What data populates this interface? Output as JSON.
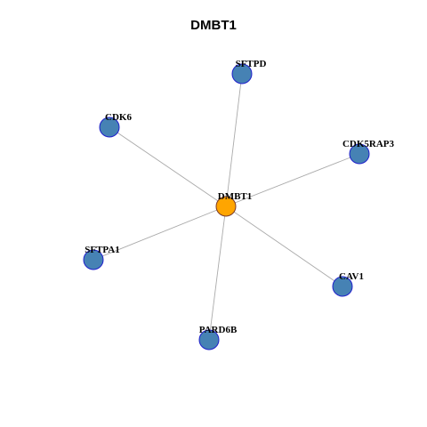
{
  "title": "DMBT1",
  "colors": {
    "center_fill": "#FFA500",
    "leaf_fill": "#4682B4",
    "node_stroke_leaf": "#1F1FCC",
    "node_stroke_center": "#7A3A2A",
    "edge": "#AAAAAA"
  },
  "network": {
    "center": "DMBT1",
    "nodes": [
      "DMBT1",
      "SFTPD",
      "CDK6",
      "CDK5RAP3",
      "SFTPA1",
      "CAV1",
      "PARD6B"
    ],
    "edges": [
      [
        "DMBT1",
        "SFTPD"
      ],
      [
        "DMBT1",
        "CDK6"
      ],
      [
        "DMBT1",
        "CDK5RAP3"
      ],
      [
        "DMBT1",
        "SFTPA1"
      ],
      [
        "DMBT1",
        "CAV1"
      ],
      [
        "DMBT1",
        "PARD6B"
      ]
    ]
  }
}
